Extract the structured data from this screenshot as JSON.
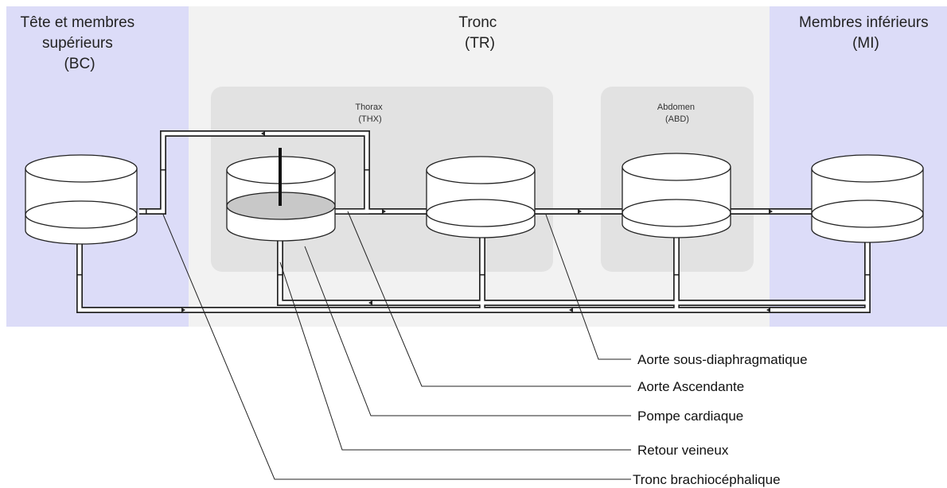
{
  "zones": {
    "bc": {
      "title": [
        "Tête et membres",
        "supérieurs",
        "(BC)"
      ],
      "color": "#dcdcf8"
    },
    "tr": {
      "title": [
        "Tronc",
        "(TR)"
      ],
      "color": "#f2f2f2"
    },
    "mi": {
      "title": [
        "Membres inférieurs",
        "(MI)"
      ],
      "color": "#dcdcf8"
    }
  },
  "subzones": {
    "thx": {
      "title": [
        "Thorax",
        "(THX)"
      ],
      "color": "#e2e2e2"
    },
    "abd": {
      "title": [
        "Abdomen",
        "(ABD)"
      ],
      "color": "#e2e2e2"
    }
  },
  "callouts": [
    {
      "id": "aorte-sous-diaphragmatique",
      "label": "Aorte sous-diaphragmatique"
    },
    {
      "id": "aorte-ascendante",
      "label": "Aorte Ascendante"
    },
    {
      "id": "pompe-cardiaque",
      "label": "Pompe cardiaque"
    },
    {
      "id": "retour-veineux",
      "label": "Retour veineux"
    },
    {
      "id": "tronc-brachiocephalique",
      "label": "Tronc brachiocéphalique"
    }
  ],
  "colors": {
    "pump_fill": "#c8c8c8",
    "pipe": "#222222"
  }
}
